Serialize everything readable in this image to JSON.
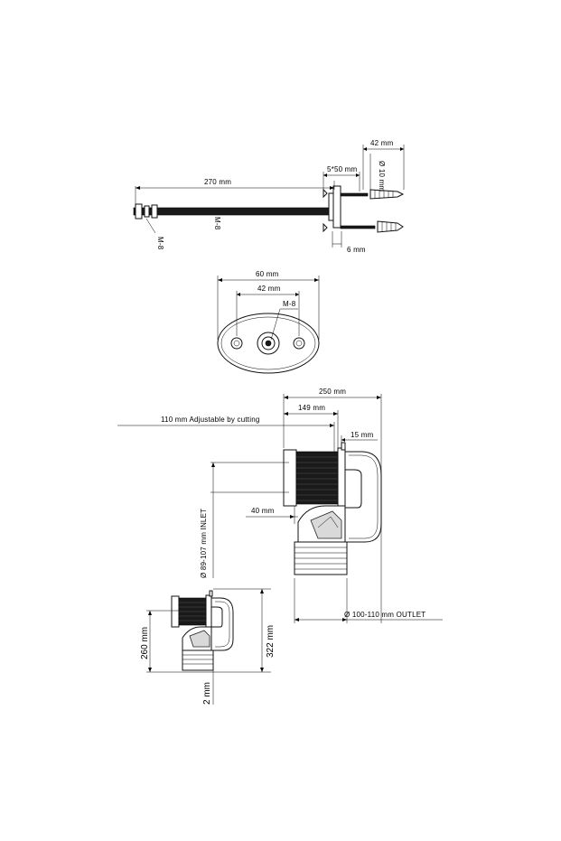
{
  "rod_view": {
    "length_label": "270 mm",
    "thread_left_label": "M-8",
    "thread_mid_label": "M-8",
    "screw_label": "5*50 mm",
    "depth_label": "42 mm",
    "diameter_label": "Ø 10 mm",
    "plate_label": "6 mm"
  },
  "plate_view": {
    "width_label": "60 mm",
    "hole_spacing_label": "42 mm",
    "thread_label": "M-8"
  },
  "connector_view": {
    "total_label": "250 mm",
    "adjustable_label": "110 mm Adjustable by cutting",
    "length_label": "149 mm",
    "flange_label": "15 mm",
    "offset_label": "40 mm",
    "inlet_label": "Ø 89-107 mm INLET",
    "outlet_label": "Ø 100-110 mm OUTLET"
  },
  "small_view": {
    "height_label": "260 mm",
    "total_height_label": "322 mm",
    "bottom_label": "2 mm"
  }
}
